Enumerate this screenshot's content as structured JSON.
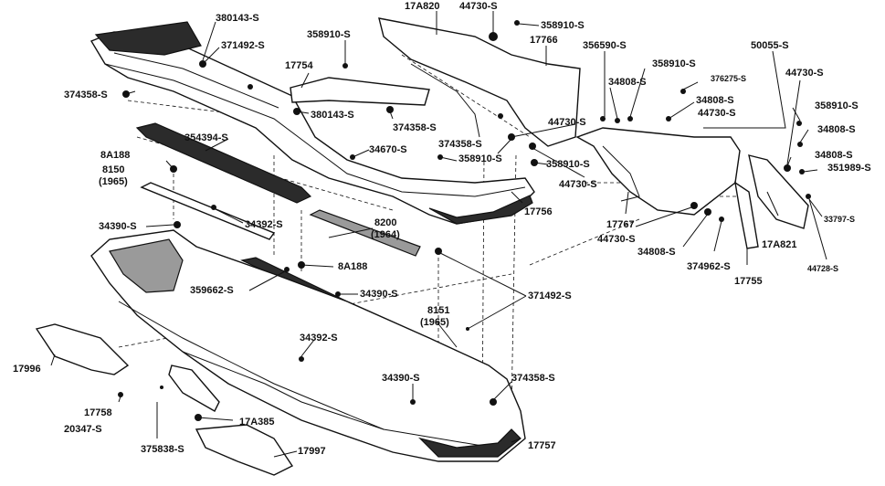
{
  "callouts": {
    "c380143a": "380143-S",
    "c371492a": "371492-S",
    "c358910a": "358910-S",
    "c17754": "17754",
    "c374358a": "374358-S",
    "c380143b": "380143-S",
    "c374358b": "374358-S",
    "c17A820": "17A820",
    "c44730a": "44730-S",
    "c358910b": "358910-S",
    "c17766": "17766",
    "c356590": "356590-S",
    "c358910c": "358910-S",
    "c50055": "50055-S",
    "c376275": "376275-S",
    "c44730b": "44730-S",
    "c34808a": "34808-S",
    "c34808b": "34808-S",
    "c44730c": "44730-S",
    "c358910d": "358910-S",
    "c34808c": "34808-S",
    "c44730d": "44730-S",
    "c34808d": "34808-S",
    "c351989": "351989-S",
    "c354394": "354394-S",
    "c34670": "34670-S",
    "c374358c": "374358-S",
    "c358910e": "358910-S",
    "c358910f": "358910-S",
    "c44730e": "44730-S",
    "c8A188a": "8A188",
    "c8150": "8150",
    "c8150y": "(1965)",
    "c17756": "17756",
    "c17767": "17767",
    "c44730f": "44730-S",
    "c34808e": "34808-S",
    "c374962": "374962-S",
    "c17A821": "17A821",
    "c33797": "33797-S",
    "c44728": "44728-S",
    "c17755": "17755",
    "c34390a": "34390-S",
    "c34392a": "34392-S",
    "c8200": "8200",
    "c8200y": "(1964)",
    "c8A188b": "8A188",
    "c359662": "359662-S",
    "c34390b": "34390-S",
    "c371492b": "371492-S",
    "c8151": "8151",
    "c8151y": "(1965)",
    "c34392b": "34392-S",
    "c17996": "17996",
    "c34390c": "34390-S",
    "c374358d": "374358-S",
    "c17758": "17758",
    "c20347": "20347-S",
    "c17A385": "17A385",
    "c375838": "375838-S",
    "c17997": "17997",
    "c17757": "17757"
  }
}
